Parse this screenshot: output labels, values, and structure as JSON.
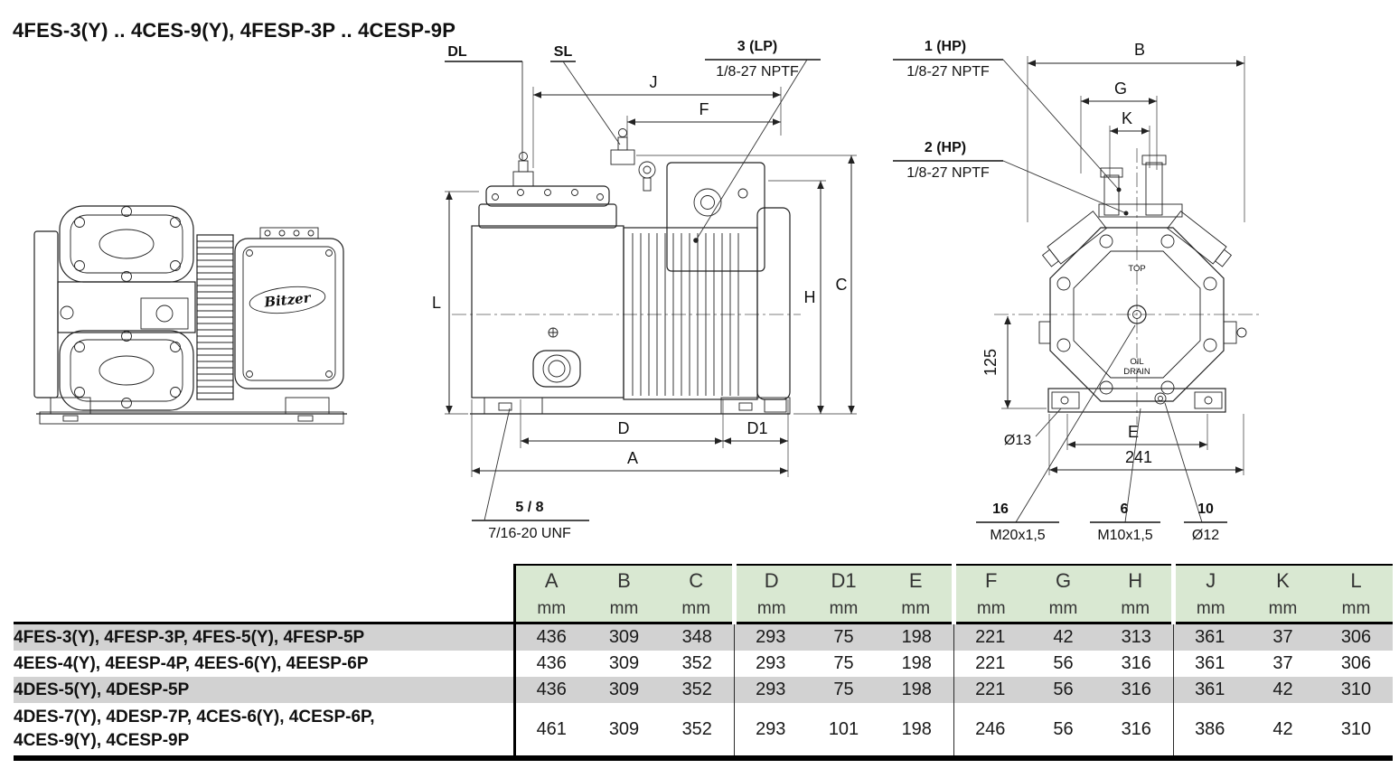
{
  "page": {
    "title": "4FES-3(Y) .. 4CES-9(Y), 4FESP-3P .. 4CESP-9P"
  },
  "front_view": {
    "logo": "Bitzer"
  },
  "side_view": {
    "dl_label": "DL",
    "sl_label": "SL",
    "lp_label": "3 (LP)",
    "lp_thread": "1/8-27 NPTF",
    "dim_j": "J",
    "dim_f": "F",
    "dim_l": "L",
    "dim_h": "H",
    "dim_c": "C",
    "dim_d": "D",
    "dim_d1": "D1",
    "dim_a": "A",
    "oil_conn_label": "5 / 8",
    "oil_conn_thread": "7/16-20 UNF"
  },
  "end_view": {
    "hp1_label": "1 (HP)",
    "hp1_thread": "1/8-27 NPTF",
    "hp2_label": "2 (HP)",
    "hp2_thread": "1/8-27 NPTF",
    "dim_b": "B",
    "dim_g": "G",
    "dim_k": "K",
    "dim_125": "125",
    "dia_13": "Ø13",
    "dim_e": "E",
    "dim_241": "241",
    "conn16_label": "16",
    "conn16_thread": "M20x1,5",
    "conn6_label": "6",
    "conn6_thread": "M10x1,5",
    "conn10_label": "10",
    "conn10_size": "Ø12",
    "top_marking": "TOP",
    "oil_marking": "OIL",
    "drain_marking": "DRAIN"
  },
  "table": {
    "unit": "mm",
    "columns": [
      "A",
      "B",
      "C",
      "D",
      "D1",
      "E",
      "F",
      "G",
      "H",
      "J",
      "K",
      "L"
    ],
    "rows": [
      {
        "model": "4FES-3(Y), 4FESP-3P, 4FES-5(Y), 4FESP-5P",
        "values": [
          "436",
          "309",
          "348",
          "293",
          "75",
          "198",
          "221",
          "42",
          "313",
          "361",
          "37",
          "306"
        ]
      },
      {
        "model": "4EES-4(Y), 4EESP-4P, 4EES-6(Y), 4EESP-6P",
        "values": [
          "436",
          "309",
          "352",
          "293",
          "75",
          "198",
          "221",
          "56",
          "316",
          "361",
          "37",
          "306"
        ]
      },
      {
        "model": "4DES-5(Y), 4DESP-5P",
        "values": [
          "436",
          "309",
          "352",
          "293",
          "75",
          "198",
          "221",
          "56",
          "316",
          "361",
          "42",
          "310"
        ]
      },
      {
        "model": "4DES-7(Y), 4DESP-7P, 4CES-6(Y), 4CESP-6P,\n4CES-9(Y), 4CESP-9P",
        "values": [
          "461",
          "309",
          "352",
          "293",
          "101",
          "198",
          "246",
          "56",
          "316",
          "386",
          "42",
          "310"
        ]
      }
    ]
  },
  "colors": {
    "drawing_line": "#222222",
    "table_header_green": "#d9e8d2",
    "table_row_gray": "#d2d2d2"
  }
}
